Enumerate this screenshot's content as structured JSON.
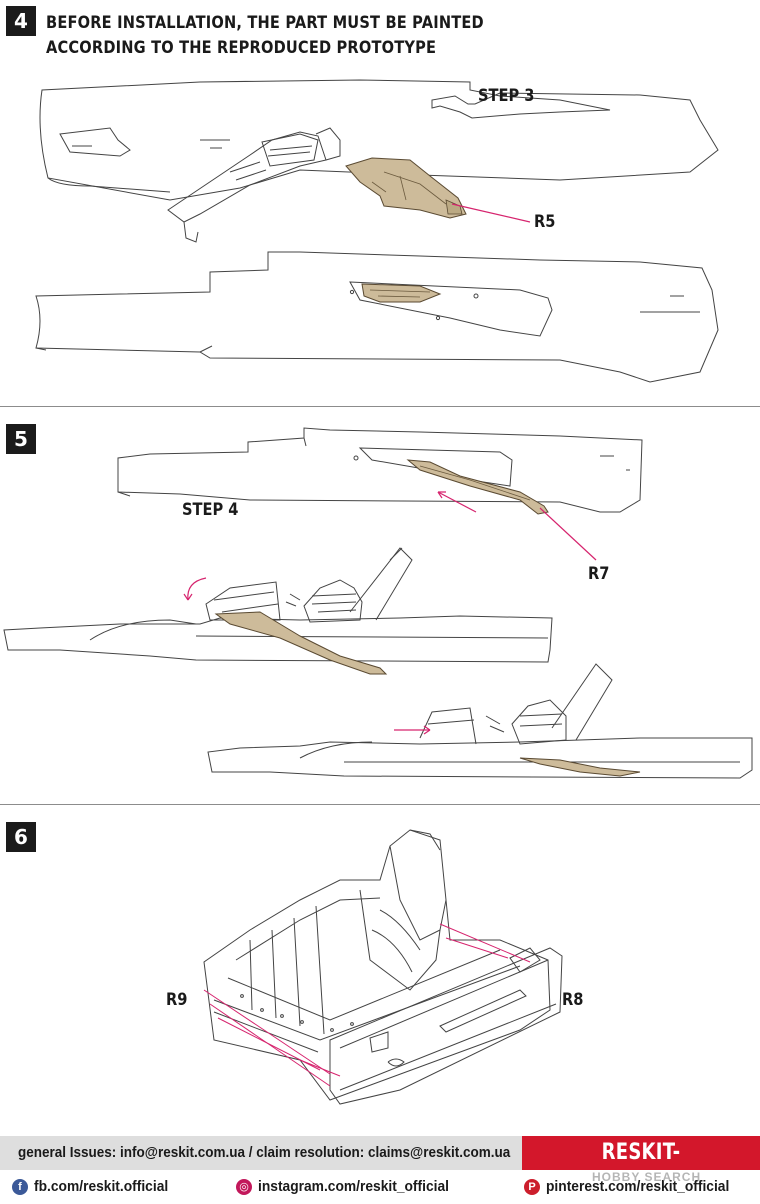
{
  "steps": [
    {
      "number": "4",
      "heading_line1": "BEFORE INSTALLATION, THE PART MUST BE PAINTED",
      "heading_line2": "ACCORDING TO THE REPRODUCED PROTOTYPE"
    },
    {
      "number": "5"
    },
    {
      "number": "6"
    }
  ],
  "callouts": {
    "step3": "STEP 3",
    "r5": "R5",
    "step4": "STEP 4",
    "r7": "R7",
    "r9": "R9",
    "r8": "R8"
  },
  "footer": {
    "contact": "general Issues: info@reskit.com.ua / claim resolution: claims@reskit.com.ua",
    "brand": "RESKIT-MODELS.COM",
    "facebook": "fb.com/reskit.official",
    "instagram": "instagram.com/reskit_official",
    "pinterest": "pinterest.com/reskit_official",
    "watermark": "HOBBY SEARCH"
  },
  "icons": [
    "facebook-icon",
    "instagram-icon",
    "pinterest-icon"
  ],
  "colors": {
    "resin_part": "#cdbb9a",
    "leader_line": "#d6246e",
    "brand_red": "#d3172b"
  }
}
